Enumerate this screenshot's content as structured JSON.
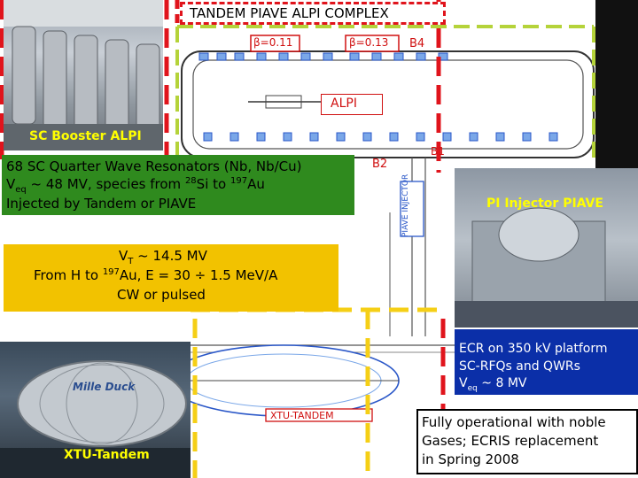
{
  "title": "TANDEM PIAVE ALPI COMPLEX",
  "beta_labels": [
    "β=0.11",
    "β=0.13"
  ],
  "section_labels": {
    "b4": "B4",
    "b2": "B2",
    "b1": "B1",
    "alpi": "ALPI",
    "piave_injector": "PIAVE INJECTOR",
    "xtu_tandem_diagram": "XTU-TANDEM"
  },
  "alpi": {
    "photo_caption": "SC Booster ALPI",
    "line1": "68 SC Quarter Wave Resonators (Nb, Nb/Cu)",
    "line2_prefix": "V",
    "line2_sub": "eq",
    "line2_mid": " ~ 48 MV, species from ",
    "line2_sup1": "28",
    "line2_mid2": "Si to ",
    "line2_sup2": "197",
    "line2_end": "Au",
    "line3": "Injected by Tandem or PIAVE"
  },
  "tandem": {
    "line1_prefix": "V",
    "line1_sub": "T",
    "line1_end": " ~ 14.5 MV",
    "line2_prefix": "From H to ",
    "line2_sup": "197",
    "line2_end": "Au, E = 30 ÷ 1.5 MeV/A",
    "line3": "CW or pulsed",
    "photo_caption": "XTU-Tandem",
    "machine_lettering": "Mille Duck"
  },
  "piave": {
    "photo_caption": "PI Injector PIAVE",
    "line1": "ECR on 350 kV platform",
    "line2": "SC-RFQs and QWRs",
    "line3_prefix": "V",
    "line3_sub": "eq",
    "line3_end": " ~ 8 MV"
  },
  "status_note": {
    "line1": "Fully operational with noble",
    "line2": "Gases; ECRIS replacement",
    "line3": "in Spring 2008"
  },
  "colors": {
    "green_box": "#2f8a1e",
    "yellow_box": "#f2c200",
    "blue_box": "#0b2fa8",
    "red_dash": "#e0141c",
    "yellow_dash": "#f5cf16",
    "green_dash": "#b5d33a",
    "beam_blue": "#2a57c8"
  }
}
